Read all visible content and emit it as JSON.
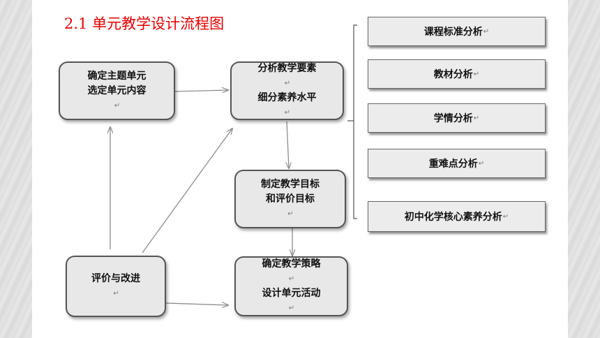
{
  "title": "2.1  单元教学设计流程图",
  "flow": {
    "theme_unit": {
      "line1": "确定主题单元",
      "line2": "选定单元内容"
    },
    "analyze": {
      "line1": "分析教学要素",
      "line2": "细分素养水平"
    },
    "goals": {
      "line1": "制定教学目标",
      "line2": "和评价目标"
    },
    "strategy": {
      "line1": "确定教学策略",
      "line2": "设计单元活动"
    },
    "evaluate": {
      "line1": "评价与改进"
    }
  },
  "analysis_items": [
    {
      "label": "课程标准分析"
    },
    {
      "label": "教材分析"
    },
    {
      "label": "学情分析"
    },
    {
      "label": "重难点分析"
    },
    {
      "label": "初中化学核心素养分析"
    }
  ],
  "colors": {
    "title": "#e60000",
    "node_fill": "#e8e8e8",
    "node_border": "#555555",
    "arrow": "#8c8c8c"
  }
}
